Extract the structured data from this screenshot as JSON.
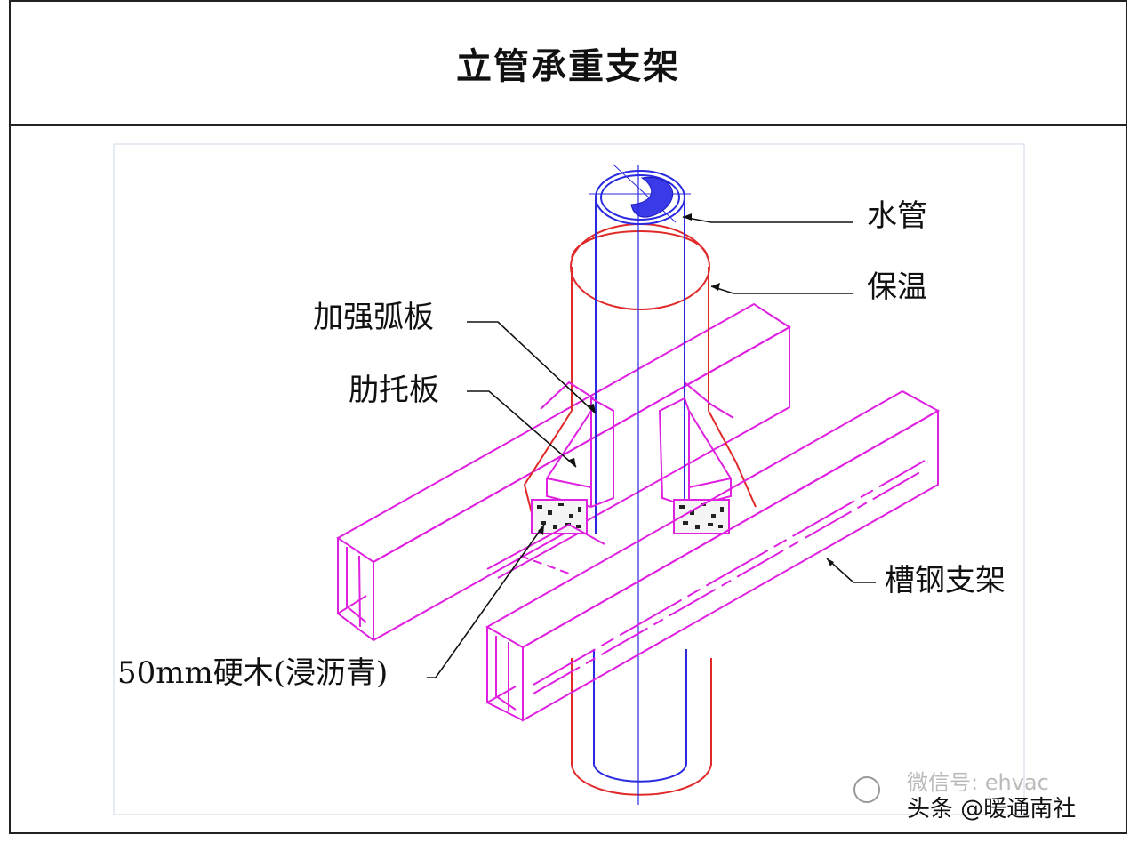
{
  "title": "立管承重支架",
  "labels": {
    "water_pipe": "水管",
    "insulation": "保温",
    "arc_plate": "加强弧板",
    "rib_plate": "肋托板",
    "channel": "槽钢支架",
    "wood": "50mm硬木(浸沥青)"
  },
  "watermark": {
    "faint": "微信号: ehvac",
    "source": "头条 @暖通南社"
  },
  "colors": {
    "pipe": "#2a2ae0",
    "insulation": "#e02a2a",
    "steel": "#e020e0",
    "leader": "#111111",
    "axis": "#2a2ae0"
  }
}
